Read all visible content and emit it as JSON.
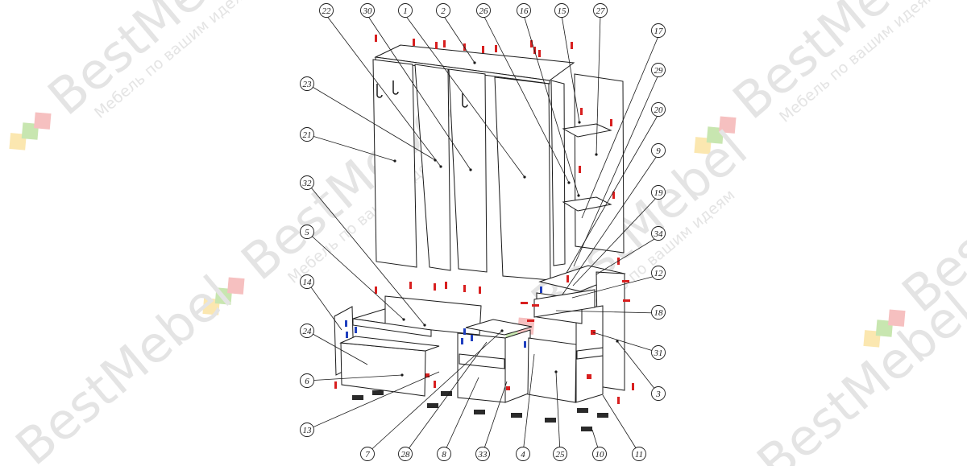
{
  "watermark": {
    "brand": "BestMebel",
    "tagline": "Мебель по вашим идеям",
    "logo_colors": [
      "#f3c73a",
      "#7fc243",
      "#e64242"
    ]
  },
  "diagram": {
    "line_color": "#1a1a1a",
    "hardware_color": "#d81f1f",
    "fastener_color": "#1f3fbf",
    "callouts": [
      "22",
      "30",
      "1",
      "2",
      "26",
      "16",
      "15",
      "27",
      "17",
      "29",
      "20",
      "9",
      "19",
      "34",
      "12",
      "18",
      "31",
      "3",
      "11",
      "10",
      "25",
      "4",
      "33",
      "8",
      "28",
      "7",
      "13",
      "6",
      "24",
      "14",
      "5",
      "32",
      "21",
      "23"
    ]
  }
}
